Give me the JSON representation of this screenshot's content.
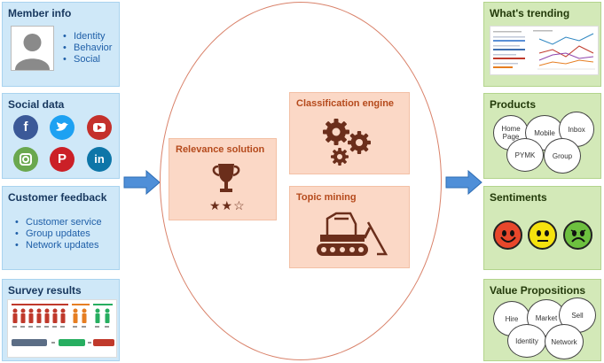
{
  "left_panels": {
    "member_info": {
      "title": "Member info",
      "items": [
        "Identity",
        "Behavior",
        "Social"
      ]
    },
    "social_data": {
      "title": "Social data",
      "icons": [
        "facebook-icon",
        "twitter-icon",
        "youtube-icon",
        "instagram-icon",
        "pinterest-icon",
        "linkedin-icon"
      ]
    },
    "customer_feedback": {
      "title": "Customer feedback",
      "items": [
        "Customer service",
        "Group updates",
        "Network updates"
      ]
    },
    "survey_results": {
      "title": "Survey results"
    }
  },
  "center": {
    "relevance": {
      "title": "Relevance solution"
    },
    "classification": {
      "title": "Classification engine"
    },
    "topic_mining": {
      "title": "Topic mining"
    }
  },
  "right_panels": {
    "trending": {
      "title": "What's trending"
    },
    "products": {
      "title": "Products",
      "bubbles": [
        "Home Page",
        "Mobile",
        "Inbox",
        "PYMK",
        "Group"
      ]
    },
    "sentiments": {
      "title": "Sentiments"
    },
    "value_props": {
      "title": "Value Propositions",
      "bubbles": [
        "Hire",
        "Market",
        "Sell",
        "Identity",
        "Network"
      ]
    }
  },
  "colors": {
    "left_panel_bg": "#cfe8f8",
    "right_panel_bg": "#d3e9b8",
    "center_box_bg": "#fbd8c6",
    "circle_stroke": "#d9826a",
    "arrow": "#4f8fd8"
  }
}
